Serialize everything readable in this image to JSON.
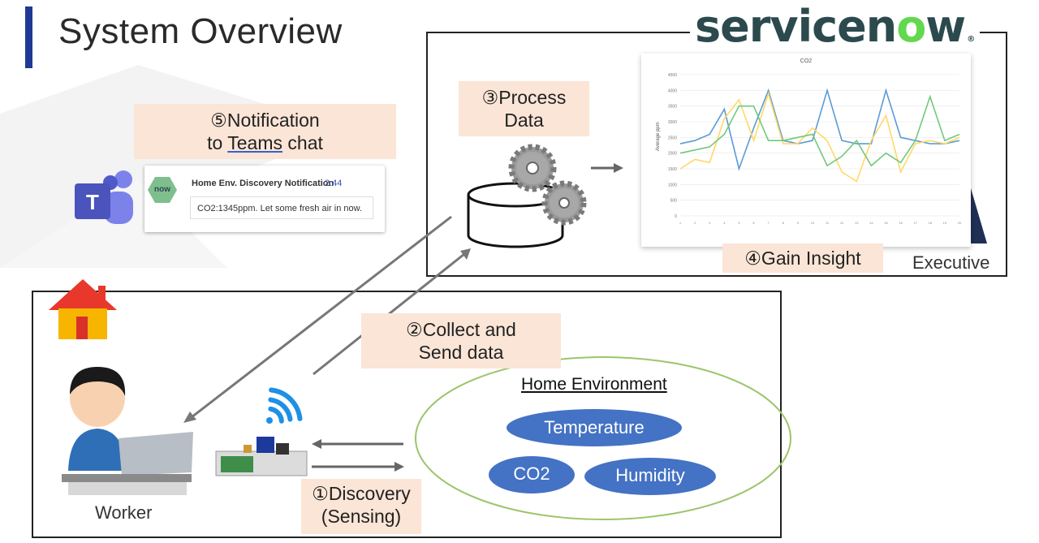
{
  "slide": {
    "title": "System Overview"
  },
  "brand": {
    "logo_prefix": "servicen",
    "logo_o": "o",
    "logo_suffix": "w",
    "logo_reg": "®",
    "color": "#2c4a4e",
    "accent": "#62d84e"
  },
  "steps": {
    "notification_line1": "⑤Notification",
    "notification_line2_pre": "to ",
    "notification_line2_teams": "Teams",
    "notification_line2_post": " chat",
    "process_line1": "③Process",
    "process_line2": "Data",
    "insight": "④Gain Insight",
    "collect_line1": "②Collect and",
    "collect_line2": "Send data",
    "discovery_line1": "①Discovery",
    "discovery_line2": "(Sensing)"
  },
  "notification_card": {
    "avatar_text": "now",
    "title": "Home Env. Discovery Notification",
    "time": "2:44",
    "message": "CO2:1345ppm. Let some fresh air in now."
  },
  "roles": {
    "executive": "Executive",
    "worker": "Worker"
  },
  "home_environment": {
    "title": "Home Environment",
    "items": [
      "Temperature",
      "CO2",
      "Humidity"
    ]
  },
  "icons": {
    "teams": "microsoft-teams-icon",
    "house": "house-icon",
    "database": "database-icon",
    "gears": "gears-icon",
    "wifi": "wifi-icon",
    "sensor_board": "sensor-board-icon",
    "worker": "worker-illustration",
    "executive": "executive-illustration"
  },
  "colors": {
    "label_fill": "#fbe5d6",
    "pill_fill": "#4472c4",
    "ellipse_stroke": "#8fbf5a",
    "title_bar": "#1f3a93"
  },
  "chart_data": {
    "type": "line",
    "title": "CO2",
    "xlabel": "",
    "ylabel": "Average ppm",
    "ylim": [
      0,
      4500
    ],
    "y_ticks": [
      0,
      500,
      1000,
      1500,
      2000,
      2500,
      3000,
      3500,
      4000,
      4500
    ],
    "x": [
      1,
      2,
      3,
      4,
      5,
      6,
      7,
      8,
      9,
      10,
      11,
      12,
      13,
      14,
      15,
      16,
      17,
      18,
      19,
      20
    ],
    "series": [
      {
        "color": "#5b9bd5",
        "values": [
          2300,
          2400,
          2600,
          3400,
          1500,
          2800,
          4000,
          2400,
          2300,
          2400,
          4000,
          2400,
          2300,
          2300,
          4000,
          2500,
          2400,
          2300,
          2300,
          2400
        ]
      },
      {
        "color": "#ffd966",
        "values": [
          1500,
          1800,
          1700,
          3100,
          3700,
          2400,
          3900,
          2300,
          2300,
          2800,
          2400,
          1400,
          1100,
          2400,
          3200,
          1400,
          2300,
          2400,
          2300,
          2500
        ]
      },
      {
        "color": "#70c97a",
        "values": [
          2000,
          2100,
          2200,
          2600,
          3500,
          3500,
          2400,
          2400,
          2500,
          2600,
          1600,
          1900,
          2400,
          1600,
          2000,
          1700,
          2400,
          3800,
          2400,
          2600
        ]
      }
    ]
  }
}
